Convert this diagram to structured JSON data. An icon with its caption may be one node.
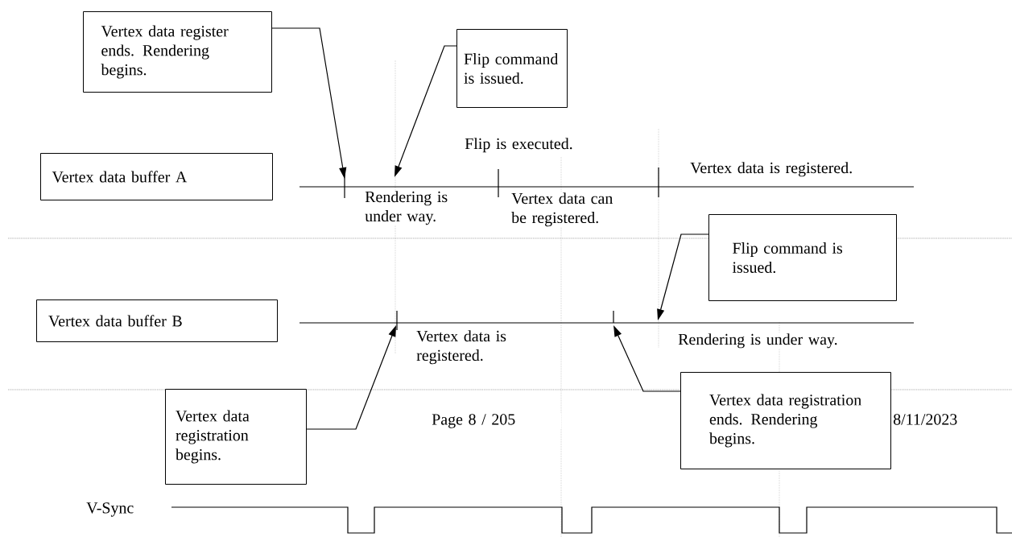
{
  "diagram": {
    "nodes": [
      {
        "text": [
          "Vertex data register ends. Rendering begins."
        ]
      },
      {
        "text": [
          "Flip command is issued."
        ]
      },
      {
        "text": [
          "Vertex data buffer A"
        ]
      },
      {
        "text": [
          "Flip command is issued."
        ]
      },
      {
        "text": [
          "Vertex data buffer B"
        ]
      },
      {
        "text": [
          "Vertex data registration begins."
        ]
      },
      {
        "text": [
          "Vertex data registration ends. Rendering begins."
        ]
      }
    ],
    "edges": [
      {
        "from": 0,
        "to": null,
        "arrow": "to"
      },
      {
        "from": 1,
        "to": null,
        "arrow": "to"
      },
      {
        "from": 3,
        "to": null,
        "arrow": "to"
      },
      {
        "from": 5,
        "to": null,
        "arrow": "to"
      },
      {
        "from": 6,
        "to": null,
        "arrow": "to"
      }
    ],
    "labels": [
      "Flip is executed.",
      "Vertex data is registered.",
      "Rendering is under way.",
      "Vertex data can be registered.",
      "Vertex data is registered.",
      "Rendering is under way.",
      "Page 8 / 205",
      "8/11/2023",
      "V-Sync"
    ]
  }
}
